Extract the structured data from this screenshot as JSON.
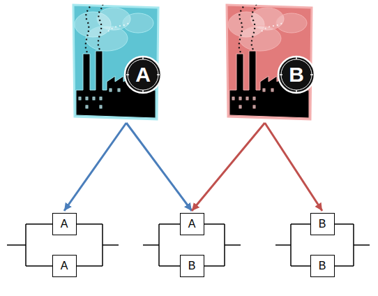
{
  "diagram": {
    "nodes": [
      {
        "text": [
          "A"
        ]
      },
      {
        "text": [
          "B"
        ]
      },
      {
        "text": [
          "A"
        ]
      },
      {
        "text": [
          "A"
        ]
      },
      {
        "text": [
          "A"
        ]
      },
      {
        "text": [
          "B"
        ]
      },
      {
        "text": [
          "B"
        ]
      },
      {
        "text": [
          "B"
        ]
      }
    ],
    "edges": [
      {
        "from": 0,
        "to": 2,
        "arrow": "to"
      },
      {
        "from": 0,
        "to": 4,
        "arrow": "to"
      },
      {
        "from": 1,
        "to": 4,
        "arrow": "to"
      },
      {
        "from": 1,
        "to": 6,
        "arrow": "to"
      }
    ]
  }
}
